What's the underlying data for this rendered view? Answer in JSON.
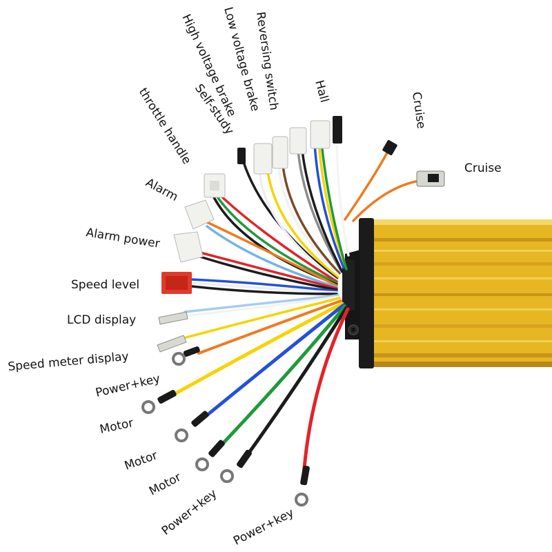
{
  "colors": {
    "housing": "#e7b623",
    "housing_shade": "#c8941a",
    "housing_stripe": "#f3cf52",
    "end_cap": "#1b1b1b",
    "connector_white": "#f1f1ee",
    "connector_red": "#e23a2a",
    "connector_black": "#1a1a1a"
  },
  "labels": {
    "high_voltage_brake": "High voltage brake",
    "low_voltage_brake": "Low voltage brake",
    "reversing_switch": "Reversing switch",
    "hall": "Hall",
    "self_study": "Self-study",
    "throttle_handle": "throttle handle",
    "alarm": "Alarm",
    "alarm_power": "Alarm power",
    "speed_level": "Speed level",
    "lcd_display": "LCD display",
    "speed_meter_display": "Speed meter display",
    "power_key_1": "Power+key",
    "motor_1": "Motor",
    "motor_2": "Motor",
    "motor_3": "Motor",
    "power_key_2": "Power+key",
    "power_key_3": "Power+key",
    "cruise_rotated": "Cruise",
    "cruise": "Cruise"
  }
}
